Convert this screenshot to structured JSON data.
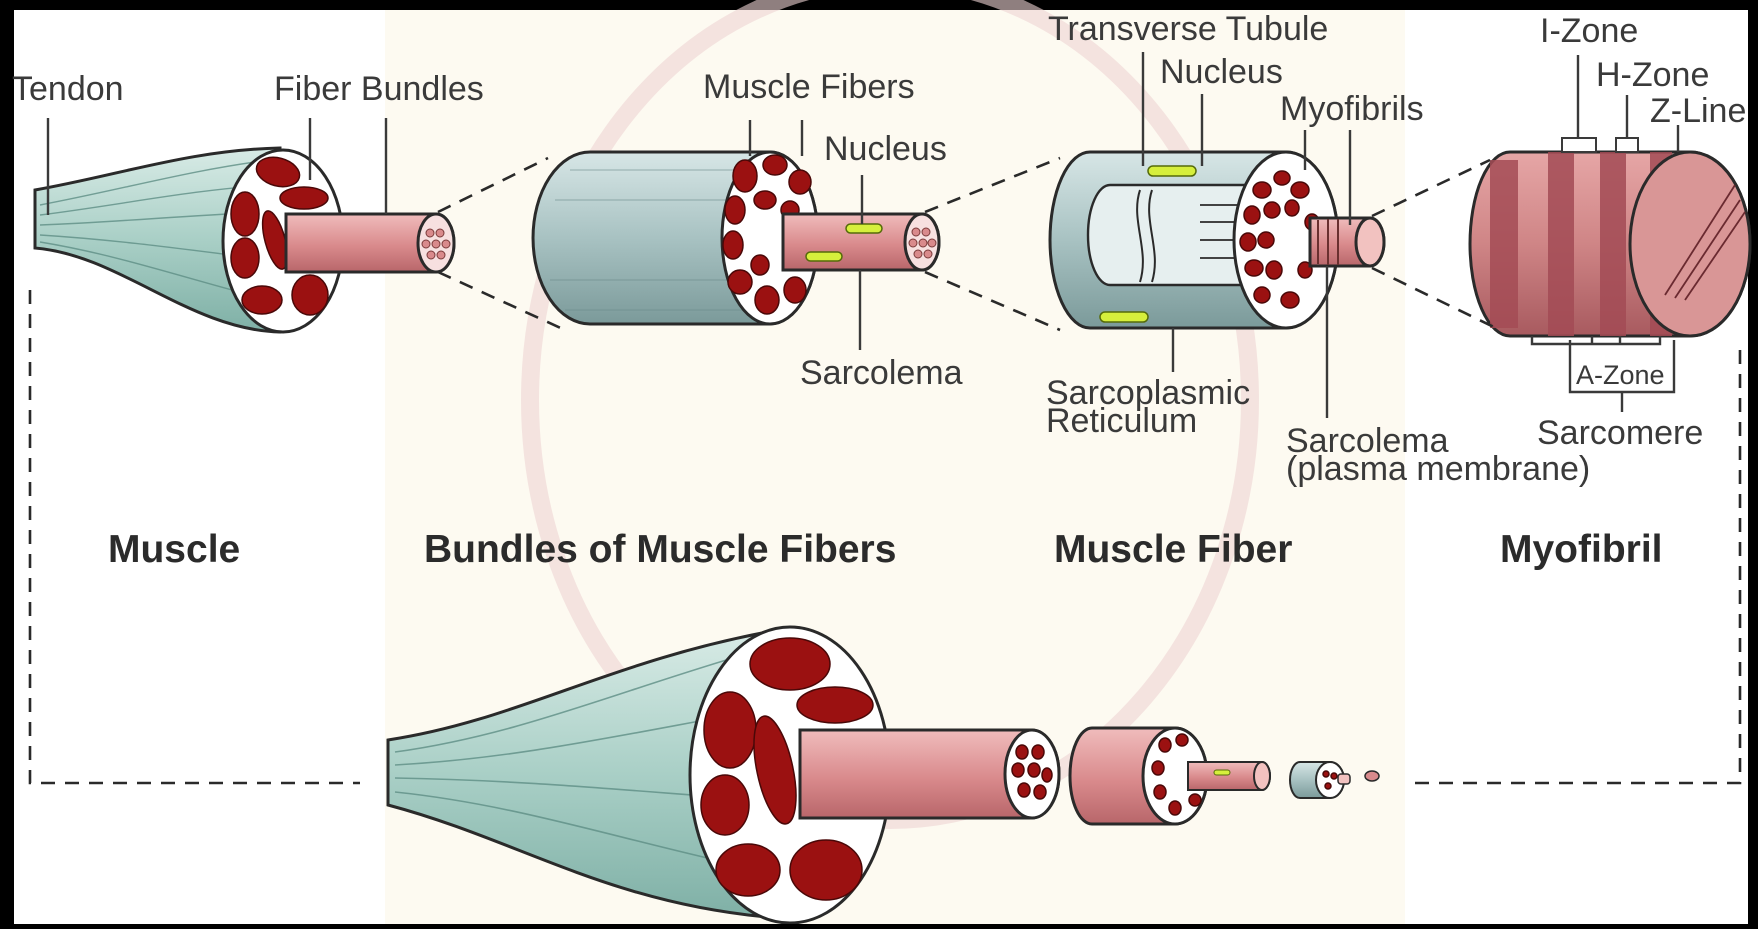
{
  "labels": {
    "tendon": "Tendon",
    "fiber_bundles": "Fiber Bundles",
    "muscle_fibers": "Muscle Fibers",
    "nucleus_bundle": "Nucleus",
    "sarcolema_bundle": "Sarcolema",
    "transverse_tubule": "Transverse Tubule",
    "nucleus_fiber": "Nucleus",
    "myofibrils": "Myofibrils",
    "sarcoplasmic_1": "Sarcoplasmic",
    "sarcoplasmic_2": "Reticulum",
    "sarcolema_fiber_1": "Sarcolema",
    "sarcolema_fiber_2": "(plasma membrane)",
    "i_zone": "I-Zone",
    "h_zone": "H-Zone",
    "z_line": "Z-Line",
    "a_zone": "A-Zone",
    "sarcomere": "Sarcomere"
  },
  "titles": {
    "muscle": "Muscle",
    "bundles": "Bundles of Muscle Fibers",
    "fiber": "Muscle Fiber",
    "myofibril": "Myofibril"
  },
  "colors": {
    "tendon_green": "#a9cfc6",
    "fiber_pink": "#d98a8c",
    "cell_red": "#9b1111",
    "nucleus_yellow": "#d6ef3c",
    "myofibril_band": "#b35d64"
  }
}
